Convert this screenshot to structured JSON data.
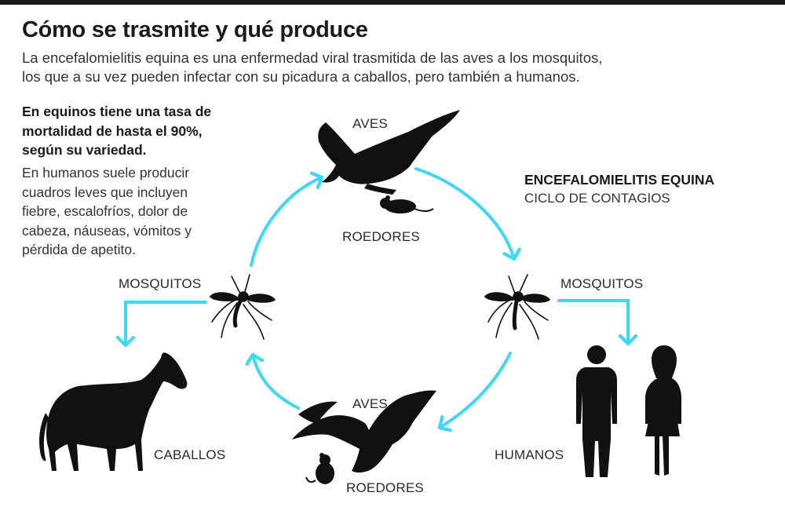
{
  "header": {
    "title": "Cómo se trasmite y qué produce",
    "subtitle_lines": [
      "La encefalomielitis equina es una enfermedad viral trasmitida de las aves a los mosquitos,",
      "los que a su vez pueden infectar con su picadura a caballos, pero también a humanos."
    ]
  },
  "sidebar": {
    "bold_lines": [
      "En equinos tiene una tasa de",
      "mortalidad de hasta el 90%,",
      "según su variedad."
    ],
    "lines": [
      "En humanos suele producir",
      "cuadros leves que incluyen",
      "fiebre, escalofríos, dolor de",
      "cabeza, náuseas, vómitos y",
      "pérdida de apetito."
    ]
  },
  "legend": {
    "title": "ENCEFALOMIELITIS EQUINA",
    "subtitle": "CICLO DE CONTAGIOS"
  },
  "labels": {
    "aves_top": "AVES",
    "roedores_top": "ROEDORES",
    "mosquitos_left": "MOSQUITOS",
    "mosquitos_right": "MOSQUITOS",
    "caballos": "CABALLOS",
    "humanos": "HUMANOS",
    "aves_bottom": "AVES",
    "roedores_bottom": "ROEDORES"
  },
  "colors": {
    "arrow": "#3fd8f2",
    "silhouette": "#111111",
    "top_bar": "#1a1a1a"
  },
  "icons": [
    "bird-icon",
    "rodent-icon",
    "mosquito-icon",
    "horse-icon",
    "man-icon",
    "woman-icon"
  ]
}
